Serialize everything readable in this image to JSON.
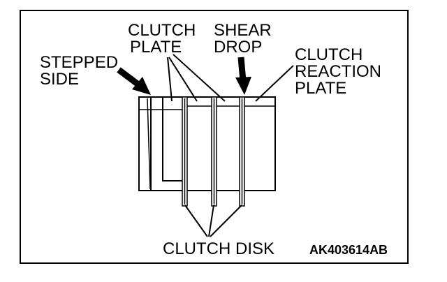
{
  "labels": {
    "clutch_plate_line1": "CLUTCH",
    "clutch_plate_line2": "PLATE",
    "shear_drop_line1": "SHEAR",
    "shear_drop_line2": "DROP",
    "stepped_side_line1": "STEPPED",
    "stepped_side_line2": "SIDE",
    "clutch_reaction_plate_line1": "CLUTCH",
    "clutch_reaction_plate_line2": "REACTION",
    "clutch_reaction_plate_line3": "PLATE",
    "clutch_disk": "CLUTCH DISK"
  },
  "figure_code": "AK403614AB",
  "colors": {
    "ink": "#000000",
    "paper": "#ffffff"
  }
}
